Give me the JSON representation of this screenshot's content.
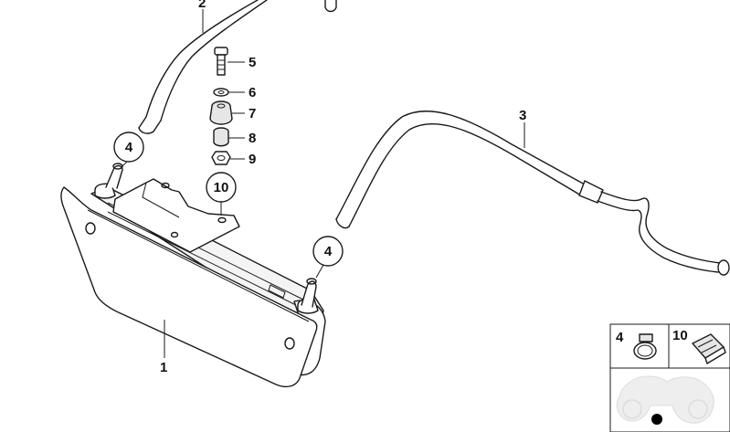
{
  "callouts": {
    "p1": "1",
    "p2": "2",
    "p3": "3",
    "p4a": "4",
    "p4b": "4",
    "p5": "5",
    "p6": "6",
    "p7": "7",
    "p8": "8",
    "p9": "9",
    "p10": "10"
  },
  "legend": {
    "cell_a": "4",
    "cell_b": "10"
  },
  "colors": {
    "line": "#1a1a1a",
    "body_fill": "#ffffff",
    "shade_fill": "#e6e6e6",
    "locator_fill": "#000000"
  }
}
